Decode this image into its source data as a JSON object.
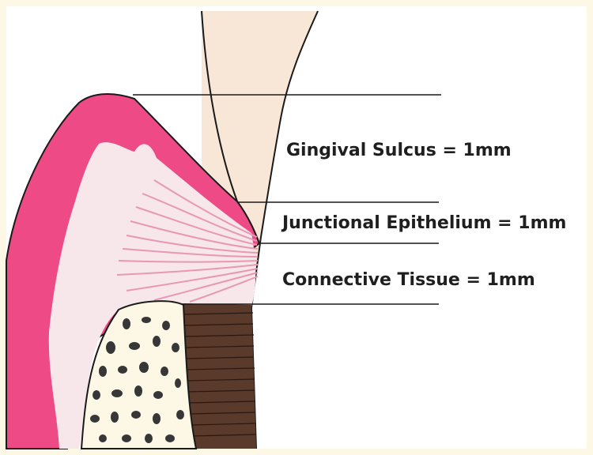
{
  "labels": {
    "gingival_sulcus": "Gingival Sulcus = 1mm",
    "junctional_epithelium": "Junctional Epithelium = 1mm",
    "connective_tissue": "Connective Tissue = 1mm"
  },
  "colors": {
    "background": "#fdf7e6",
    "canvas": "#ffffff",
    "gingiva": "#ee4a86",
    "connective_tissue": "#f7e6ea",
    "collagen_fibers": "#e798b4",
    "tooth": "#f8e7d6",
    "bone": "#fdf7e6",
    "bone_pores": "#373737",
    "root_fibers": "#5a3a2a",
    "outline": "#1a1a1a"
  }
}
